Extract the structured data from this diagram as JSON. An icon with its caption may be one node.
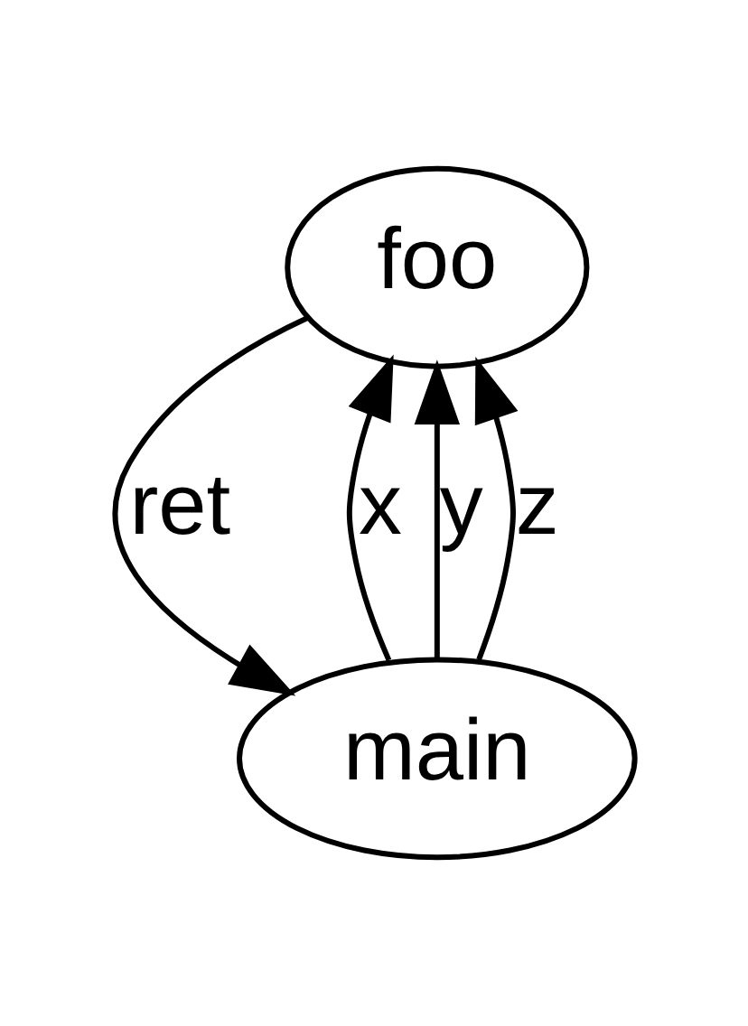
{
  "diagram": {
    "nodes": [
      {
        "text": [
          "foo"
        ]
      },
      {
        "text": [
          "main"
        ]
      }
    ],
    "edges": [
      {
        "from": 0,
        "to": 1,
        "arrow": "to",
        "label": "ret"
      },
      {
        "from": 1,
        "to": 0,
        "arrow": "to",
        "label": "x"
      },
      {
        "from": 1,
        "to": 0,
        "arrow": "to",
        "label": "y"
      },
      {
        "from": 1,
        "to": 0,
        "arrow": "to",
        "label": "z"
      }
    ]
  }
}
